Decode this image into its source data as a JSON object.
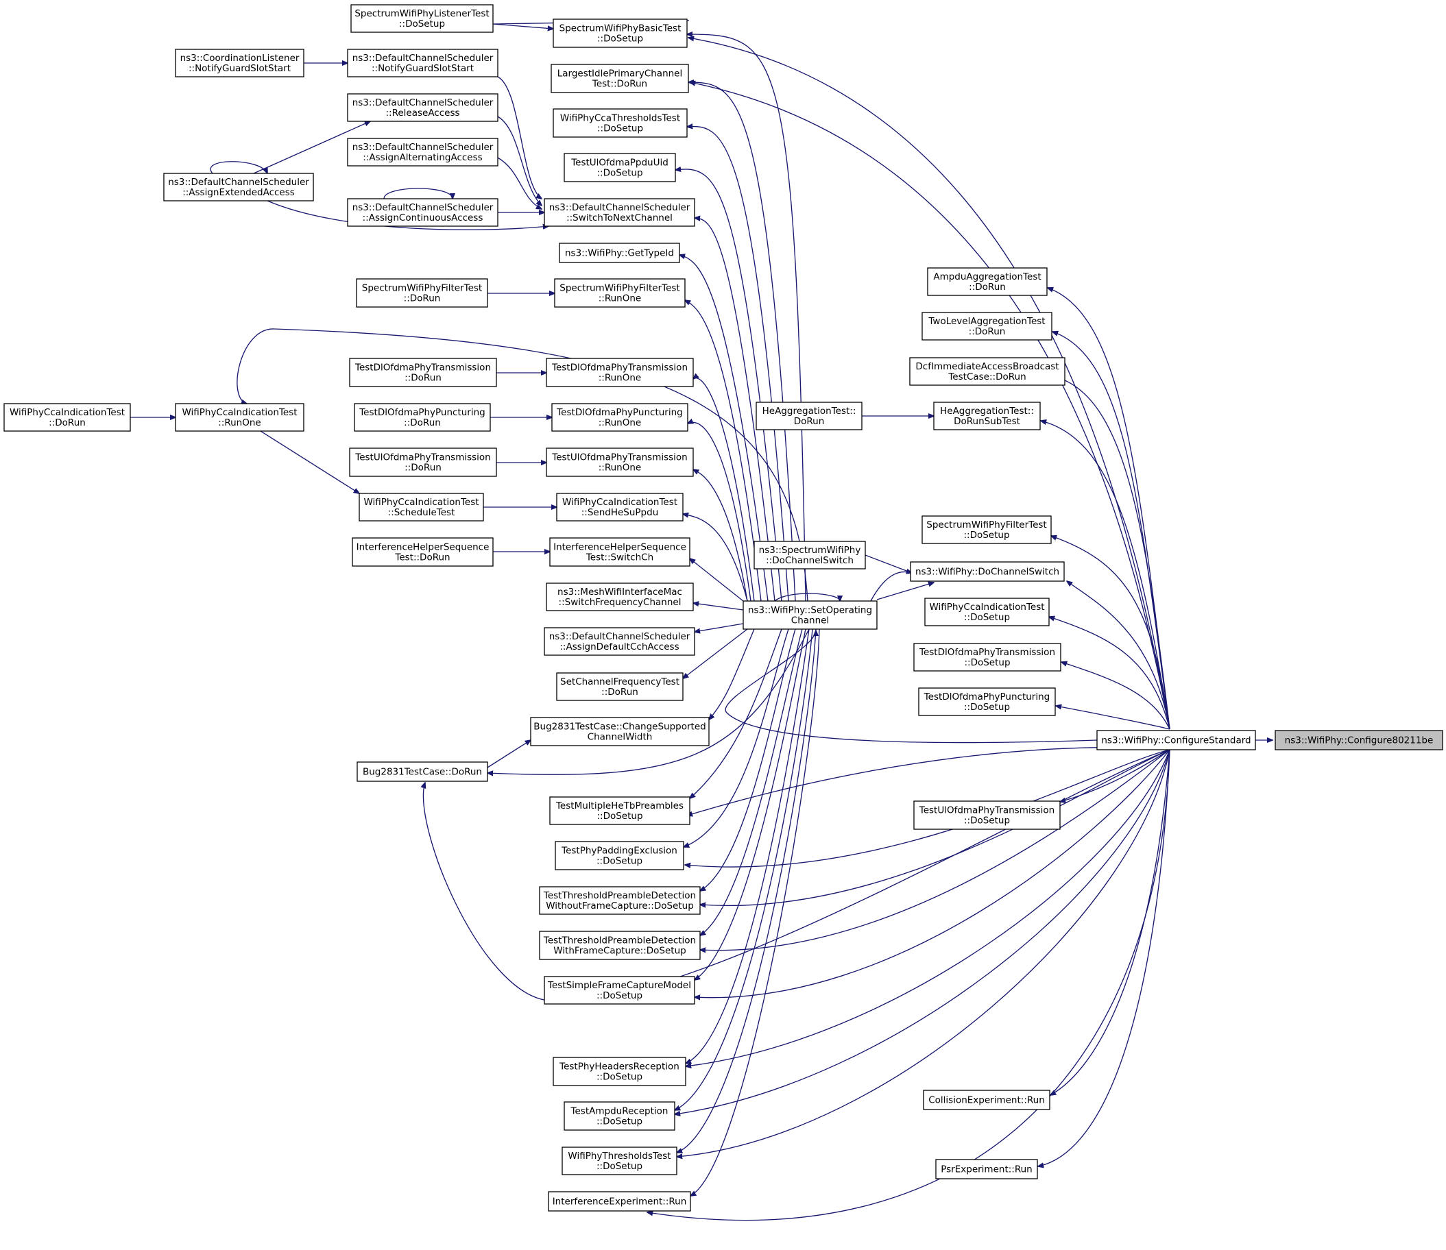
{
  "diagram": {
    "colors": {
      "edge": "#191970",
      "node_border": "#000000",
      "root_fill": "#bfbfbf",
      "node_fill": "#ffffff"
    },
    "nodes": [
      {
        "id": "n_cfg80211be",
        "lines": [
          "ns3::WifiPhy::Configure80211be"
        ],
        "root": true
      },
      {
        "id": "n_cfgstd",
        "lines": [
          "ns3::WifiPhy::ConfigureStandard"
        ]
      },
      {
        "id": "n_setop",
        "lines": [
          "ns3::WifiPhy::SetOperating",
          "Channel"
        ]
      },
      {
        "id": "n_dochsw",
        "lines": [
          "ns3::WifiPhy::DoChannelSwitch"
        ]
      },
      {
        "id": "n_specdochsw",
        "lines": [
          "ns3::SpectrumWifiPhy",
          "::DoChannelSwitch"
        ]
      },
      {
        "id": "n_specbasic",
        "lines": [
          "SpectrumWifiPhyBasicTest",
          "::DoSetup"
        ]
      },
      {
        "id": "n_speclistener",
        "lines": [
          "SpectrumWifiPhyListenerTest",
          "::DoSetup"
        ]
      },
      {
        "id": "n_largestidle",
        "lines": [
          "LargestIdlePrimaryChannel",
          "Test::DoRun"
        ]
      },
      {
        "id": "n_ccathresh",
        "lines": [
          "WifiPhyCcaThresholdsTest",
          "::DoSetup"
        ]
      },
      {
        "id": "n_ulofdmauid",
        "lines": [
          "TestUlOfdmaPpduUid",
          "::DoSetup"
        ]
      },
      {
        "id": "n_switchnext",
        "lines": [
          "ns3::DefaultChannelScheduler",
          "::SwitchToNextChannel"
        ]
      },
      {
        "id": "n_gettypeid",
        "lines": [
          "ns3::WifiPhy::GetTypeId"
        ]
      },
      {
        "id": "n_filterrun1",
        "lines": [
          "SpectrumWifiPhyFilterTest",
          "::RunOne"
        ]
      },
      {
        "id": "n_filterdorun",
        "lines": [
          "SpectrumWifiPhyFilterTest",
          "::DoRun"
        ]
      },
      {
        "id": "n_notifyguard",
        "lines": [
          "ns3::DefaultChannelScheduler",
          "::NotifyGuardSlotStart"
        ]
      },
      {
        "id": "n_coordlistener",
        "lines": [
          "ns3::CoordinationListener",
          "::NotifyGuardSlotStart"
        ]
      },
      {
        "id": "n_release",
        "lines": [
          "ns3::DefaultChannelScheduler",
          "::ReleaseAccess"
        ]
      },
      {
        "id": "n_alternating",
        "lines": [
          "ns3::DefaultChannelScheduler",
          "::AssignAlternatingAccess"
        ]
      },
      {
        "id": "n_extended",
        "lines": [
          "ns3::DefaultChannelScheduler",
          "::AssignExtendedAccess"
        ]
      },
      {
        "id": "n_continuous",
        "lines": [
          "ns3::DefaultChannelScheduler",
          "::AssignContinuousAccess"
        ]
      },
      {
        "id": "n_dltxrun1",
        "lines": [
          "TestDlOfdmaPhyTransmission",
          "::RunOne"
        ]
      },
      {
        "id": "n_dltxdorun",
        "lines": [
          "TestDlOfdmaPhyTransmission",
          "::DoRun"
        ]
      },
      {
        "id": "n_dlpuncrun1",
        "lines": [
          "TestDlOfdmaPhyPuncturing",
          "::RunOne"
        ]
      },
      {
        "id": "n_dlpuncdorun",
        "lines": [
          "TestDlOfdmaPhyPuncturing",
          "::DoRun"
        ]
      },
      {
        "id": "n_ultxrun1",
        "lines": [
          "TestUlOfdmaPhyTransmission",
          "::RunOne"
        ]
      },
      {
        "id": "n_ultxdorun",
        "lines": [
          "TestUlOfdmaPhyTransmission",
          "::DoRun"
        ]
      },
      {
        "id": "n_ccasendhesu",
        "lines": [
          "WifiPhyCcaIndicationTest",
          "::SendHeSuPpdu"
        ]
      },
      {
        "id": "n_ccaschedule",
        "lines": [
          "WifiPhyCcaIndicationTest",
          "::ScheduleTest"
        ]
      },
      {
        "id": "n_ccarunone",
        "lines": [
          "WifiPhyCcaIndicationTest",
          "::RunOne"
        ]
      },
      {
        "id": "n_ccadorun",
        "lines": [
          "WifiPhyCcaIndicationTest",
          "::DoRun"
        ]
      },
      {
        "id": "n_ihsswitch",
        "lines": [
          "InterferenceHelperSequence",
          "Test::SwitchCh"
        ]
      },
      {
        "id": "n_ihsdorun",
        "lines": [
          "InterferenceHelperSequence",
          "Test::DoRun"
        ]
      },
      {
        "id": "n_meshswitch",
        "lines": [
          "ns3::MeshWifiInterfaceMac",
          "::SwitchFrequencyChannel"
        ]
      },
      {
        "id": "n_defaultcch",
        "lines": [
          "ns3::DefaultChannelScheduler",
          "::AssignDefaultCchAccess"
        ]
      },
      {
        "id": "n_setchfreq",
        "lines": [
          "SetChannelFrequencyTest",
          "::DoRun"
        ]
      },
      {
        "id": "n_bugchange",
        "lines": [
          "Bug2831TestCase::ChangeSupported",
          "ChannelWidth"
        ]
      },
      {
        "id": "n_bugdorun",
        "lines": [
          "Bug2831TestCase::DoRun"
        ]
      },
      {
        "id": "n_multihetb",
        "lines": [
          "TestMultipleHeTbPreambles",
          "::DoSetup"
        ]
      },
      {
        "id": "n_padding",
        "lines": [
          "TestPhyPaddingExclusion",
          "::DoSetup"
        ]
      },
      {
        "id": "n_threshwithout",
        "lines": [
          "TestThresholdPreambleDetection",
          "WithoutFrameCapture::DoSetup"
        ]
      },
      {
        "id": "n_threshwith",
        "lines": [
          "TestThresholdPreambleDetection",
          "WithFrameCapture::DoSetup"
        ]
      },
      {
        "id": "n_simplecapture",
        "lines": [
          "TestSimpleFrameCaptureModel",
          "::DoSetup"
        ]
      },
      {
        "id": "n_headersrx",
        "lines": [
          "TestPhyHeadersReception",
          "::DoSetup"
        ]
      },
      {
        "id": "n_ampdurx",
        "lines": [
          "TestAmpduReception",
          "::DoSetup"
        ]
      },
      {
        "id": "n_thresholds",
        "lines": [
          "WifiPhyThresholdsTest",
          "::DoSetup"
        ]
      },
      {
        "id": "n_interfexp",
        "lines": [
          "InterferenceExperiment::Run"
        ]
      },
      {
        "id": "n_ampduagg",
        "lines": [
          "AmpduAggregationTest",
          "::DoRun"
        ]
      },
      {
        "id": "n_twolevel",
        "lines": [
          "TwoLevelAggregationTest",
          "::DoRun"
        ]
      },
      {
        "id": "n_dcfimm",
        "lines": [
          "DcfImmediateAccessBroadcast",
          "TestCase::DoRun"
        ]
      },
      {
        "id": "n_heaggsub",
        "lines": [
          "HeAggregationTest::",
          "DoRunSubTest"
        ]
      },
      {
        "id": "n_heaggdorun",
        "lines": [
          "HeAggregationTest::",
          "DoRun"
        ]
      },
      {
        "id": "n_filtersetup",
        "lines": [
          "SpectrumWifiPhyFilterTest",
          "::DoSetup"
        ]
      },
      {
        "id": "n_ccasetup",
        "lines": [
          "WifiPhyCcaIndicationTest",
          "::DoSetup"
        ]
      },
      {
        "id": "n_dltxsetup",
        "lines": [
          "TestDlOfdmaPhyTransmission",
          "::DoSetup"
        ]
      },
      {
        "id": "n_dlpuncsetup",
        "lines": [
          "TestDlOfdmaPhyPuncturing",
          "::DoSetup"
        ]
      },
      {
        "id": "n_ultxsetup",
        "lines": [
          "TestUlOfdmaPhyTransmission",
          "::DoSetup"
        ]
      },
      {
        "id": "n_collision",
        "lines": [
          "CollisionExperiment::Run"
        ]
      },
      {
        "id": "n_psr",
        "lines": [
          "PsrExperiment::Run"
        ]
      }
    ]
  }
}
